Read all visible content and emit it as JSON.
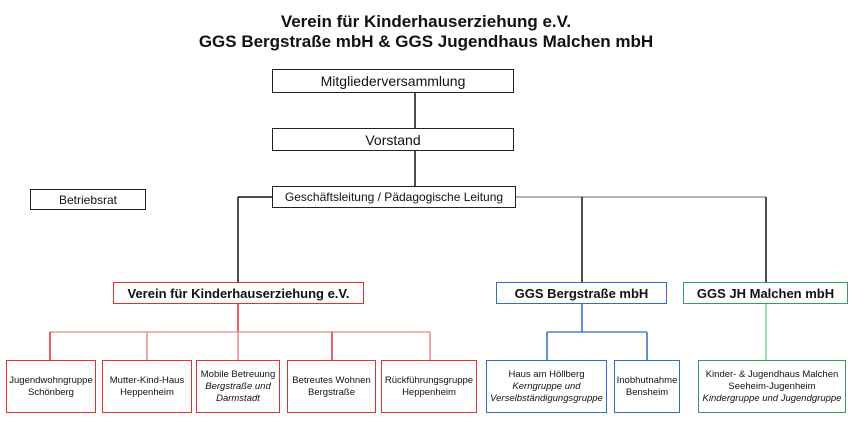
{
  "title": {
    "line1": "Verein für Kinderhauserziehung e.V.",
    "line2": "GGS Bergstraße mbH & GGS Jugendhaus Malchen mbH"
  },
  "top": {
    "mitglieder": "Mitgliederversammlung",
    "vorstand": "Vorstand",
    "geschaeftsleitung": "Geschäftsleitung / Pädagogische Leitung",
    "betriebsrat": "Betriebsrat"
  },
  "orgs": {
    "verein": "Verein für Kinderhauserziehung e.V.",
    "bergstrasse": "GGS Bergstraße mbH",
    "malchen": "GGS JH Malchen mbH"
  },
  "units": {
    "verein": [
      {
        "line1": "Jugendwohngruppe",
        "line2": "Schönberg",
        "italic": ""
      },
      {
        "line1": "Mutter-Kind-Haus",
        "line2": "Heppenheim",
        "italic": ""
      },
      {
        "line1": "Mobile Betreuung",
        "line2": "",
        "italic": "Bergstraße und Darmstadt"
      },
      {
        "line1": "Betreutes Wohnen",
        "line2": "Bergstraße",
        "italic": ""
      },
      {
        "line1": "Rückführungsgruppe",
        "line2": "Heppenheim",
        "italic": ""
      }
    ],
    "bergstrasse": [
      {
        "line1": "Haus am Höllberg",
        "line2": "",
        "italic": "Kerngruppe und Verselbständigungsgruppe"
      },
      {
        "line1": "Inobhutnahme",
        "line2": "Bensheim",
        "italic": ""
      }
    ],
    "malchen": [
      {
        "line1": "Kinder- & Jugendhaus Malchen",
        "line2": "Seeheim-Jugenheim",
        "italic": "Kindergruppe und Jugendgruppe"
      }
    ]
  },
  "colors": {
    "verein": "#e03030",
    "bergstrasse": "#2e6fbf",
    "malchen": "#2fa05a",
    "lines": "#111111"
  }
}
